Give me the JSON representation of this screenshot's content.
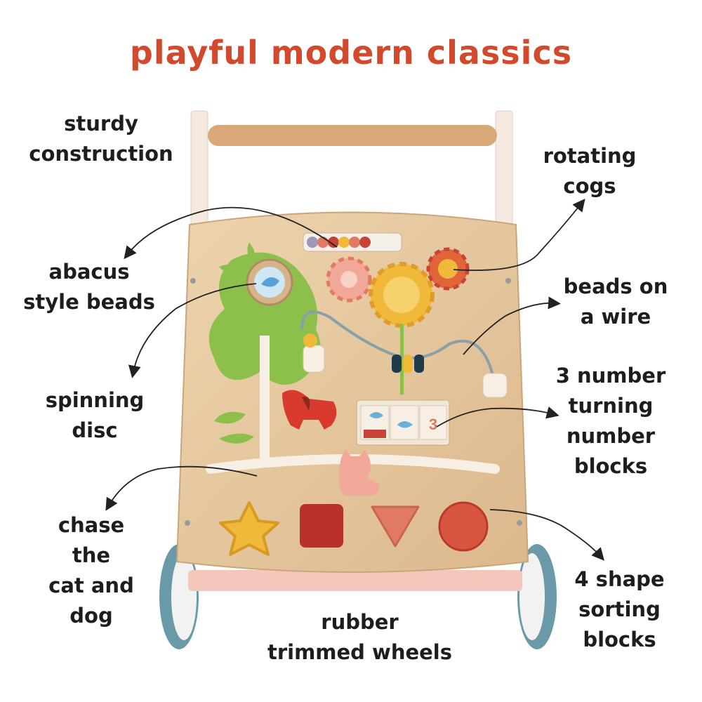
{
  "title": "playful modern classics",
  "labels": {
    "sturdy": [
      "sturdy",
      "construction"
    ],
    "rotating": [
      "rotating",
      "cogs"
    ],
    "abacus": [
      "abacus",
      "style beads"
    ],
    "beads_wire": [
      "beads on",
      "a wire"
    ],
    "spinning": [
      "spinning",
      "disc"
    ],
    "number_blocks": [
      "3 number",
      "turning",
      "number",
      "blocks"
    ],
    "chase": [
      "chase",
      "the",
      "cat and",
      "dog"
    ],
    "wheels": [
      "rubber",
      "trimmed wheels"
    ],
    "shapes": [
      "4 shape",
      "sorting",
      "blocks"
    ]
  },
  "number_block_digit": "3",
  "colors": {
    "title": "#d24a2e",
    "wood": "#e6c9a0",
    "handle": "#d9a878",
    "wheel": "#6a9aa8",
    "leaf": "#8cc04a",
    "red": "#c8423a",
    "star": "#f0b93a",
    "coral": "#e07a62"
  }
}
